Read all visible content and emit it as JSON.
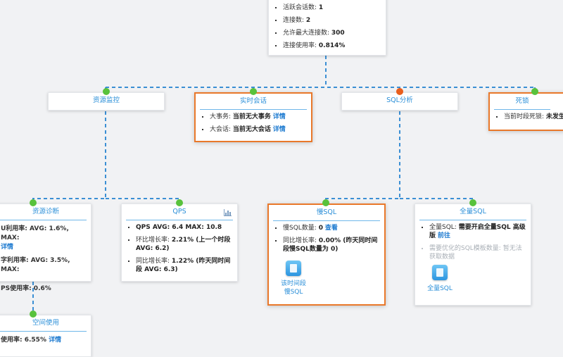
{
  "top": {
    "items": [
      {
        "label": "活跃会话数: ",
        "value": "1"
      },
      {
        "label": "连接数: ",
        "value": "2"
      },
      {
        "label": "允许最大连接数: ",
        "value": "300"
      },
      {
        "label": "连接使用率: ",
        "value": "0.814%"
      }
    ]
  },
  "resource_monitor": {
    "title": "资源监控"
  },
  "realtime_session": {
    "title": "实时会话",
    "items": [
      {
        "label": "大事务: ",
        "value": "当前无大事务",
        "link": "详情"
      },
      {
        "label": "大会话: ",
        "value": "当前无大会话",
        "link": "详情"
      }
    ]
  },
  "sql_analysis": {
    "title": "SQL分析"
  },
  "deadlock": {
    "title": "死锁",
    "items": [
      {
        "label": "当前时段死锁: ",
        "value": "未发生"
      }
    ]
  },
  "resource_diag": {
    "title": "资源诊断",
    "items": [
      {
        "text": "U利用率: AVG: 1.6%, MAX:",
        "link": "详情"
      },
      {
        "text": "字利用率: AVG: 3.5%, MAX:"
      },
      {
        "text": "PS使用率: 0.6%"
      }
    ]
  },
  "qps": {
    "title": "QPS",
    "items": [
      {
        "text": "QPS AVG: 6.4 MAX: 10.8"
      },
      {
        "label": "环比增长率: ",
        "text": "2.21% (上一个时段 AVG: 6.2)"
      },
      {
        "label": "同比增长率: ",
        "text": "1.22% (昨天同时间段 AVG: 6.3)"
      }
    ],
    "icon": "bar-chart-icon"
  },
  "slow_sql": {
    "title": "慢SQL",
    "items": [
      {
        "label": "慢SQL数量: ",
        "value": "0",
        "link": "查看"
      },
      {
        "label": "同比增长率: ",
        "text": "0.00% (昨天同时间段慢SQL数量为 0)"
      }
    ],
    "app_label": "该时间段慢SQL",
    "icon": "document-icon"
  },
  "full_sql": {
    "title": "全量SQL",
    "items": [
      {
        "label": "全量SQL: ",
        "value": "需要开启全量SQL 高级版",
        "link": "前往"
      },
      {
        "text": "需要优化的SQL模板数量: 暂无法获取数据",
        "dim": true
      }
    ],
    "app_label": "全量SQL",
    "icon": "document-icon"
  },
  "space_usage": {
    "title": "空间使用",
    "items": [
      {
        "text": "使用率: 6.55%",
        "link": "详情"
      }
    ]
  },
  "colors": {
    "accent": "#2b8fd8",
    "highlight": "#e9782a",
    "connector": "#3b8fd4",
    "ok": "#58c23c",
    "alert": "#e95e1c"
  }
}
